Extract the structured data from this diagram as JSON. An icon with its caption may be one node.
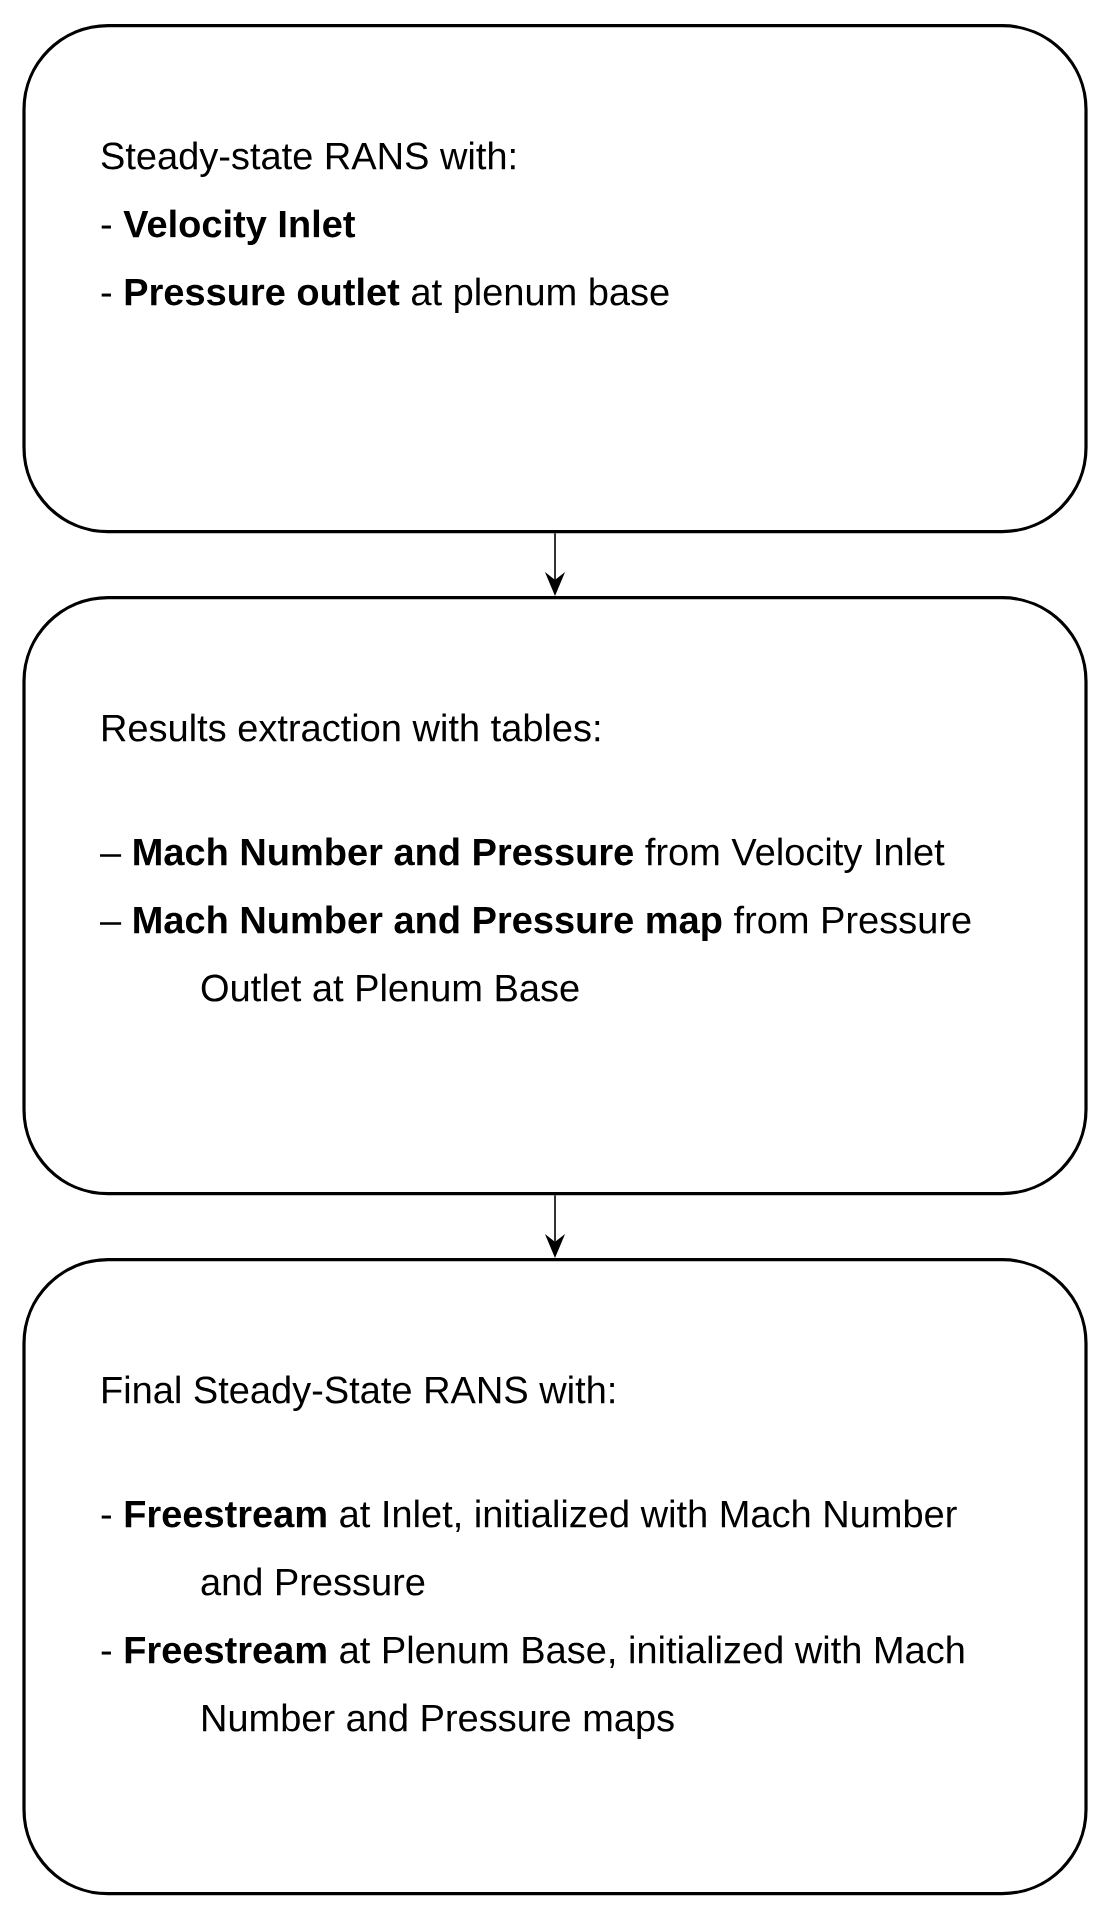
{
  "diagram": {
    "nodes": [
      {
        "text": [
          "Steady-state RANS with:",
          "- **Velocity Inlet**",
          "- **Pressure outlet** at plenum base"
        ]
      },
      {
        "text": [
          "Results extraction with tables:",
          "– **Mach Number and Pressure** from Velocity Inlet",
          "– **Mach Number and Pressure map** from Pressure Outlet at Plenum Base"
        ]
      },
      {
        "text": [
          "Final Steady-State RANS with:",
          "- **Freestream** at Inlet, initialized with Mach Number and Pressure",
          "- **Freestream** at Plenum Base, initialized with Mach Number and Pressure maps"
        ]
      }
    ],
    "edges": [
      {
        "from": 0,
        "to": 1,
        "arrow": "to"
      },
      {
        "from": 1,
        "to": 2,
        "arrow": "to"
      }
    ]
  }
}
